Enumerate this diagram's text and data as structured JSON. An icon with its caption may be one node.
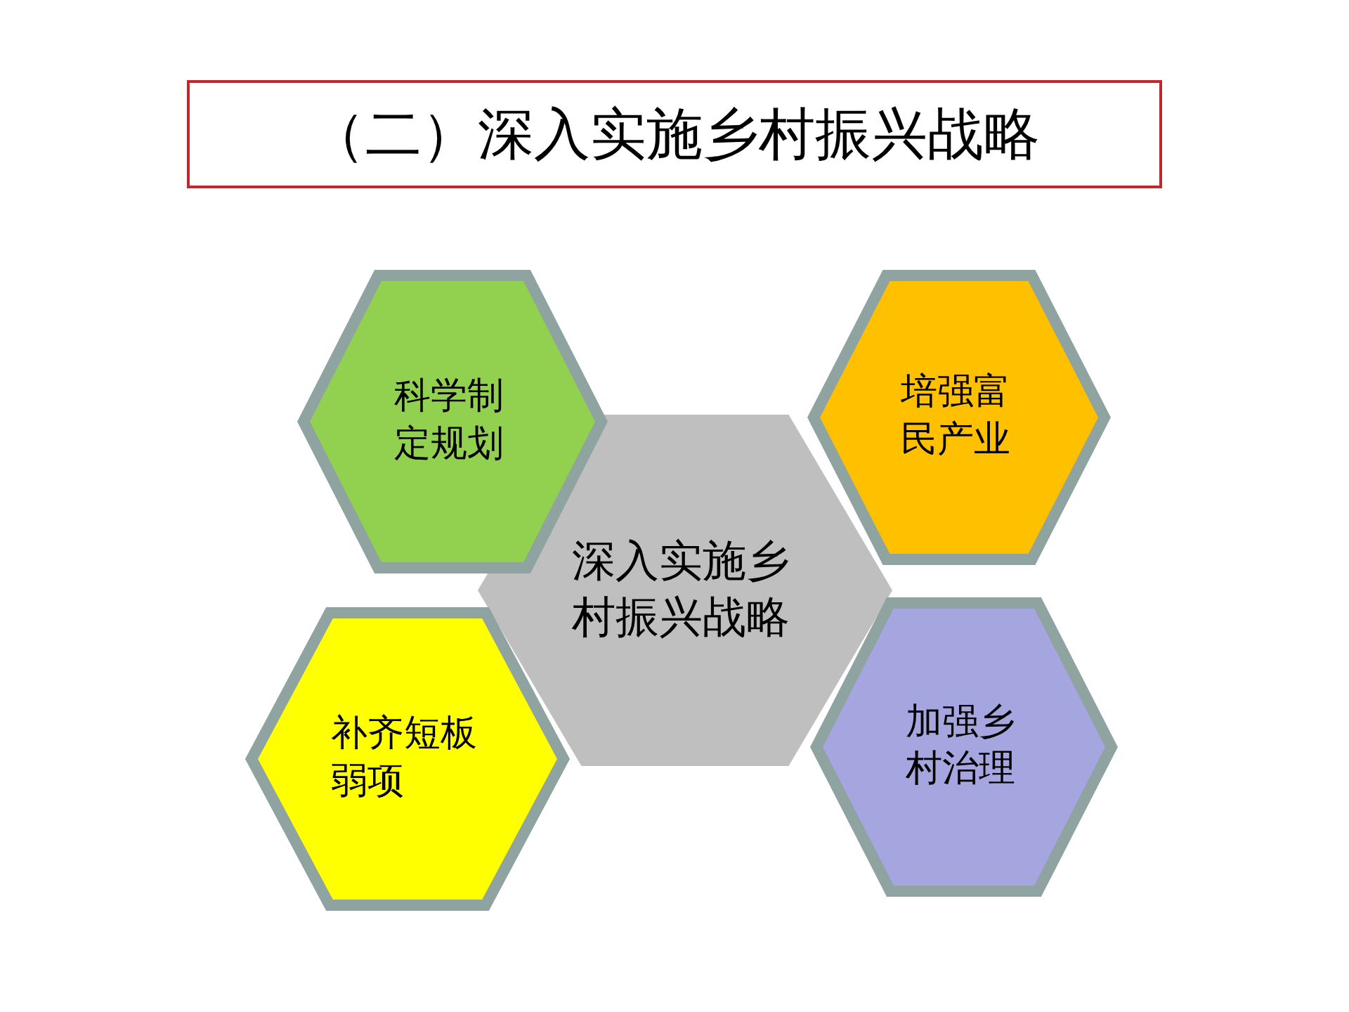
{
  "diagram": {
    "title": "（二）深入实施乡村振兴战略",
    "nodes": [
      {
        "text": [
          "科学制定规划"
        ]
      },
      {
        "text": [
          "培强富民产业"
        ]
      },
      {
        "text": [
          "深入实施乡村振兴战略"
        ]
      },
      {
        "text": [
          "补齐短板弱项"
        ]
      },
      {
        "text": [
          "加强乡村治理"
        ]
      }
    ],
    "edges": []
  }
}
